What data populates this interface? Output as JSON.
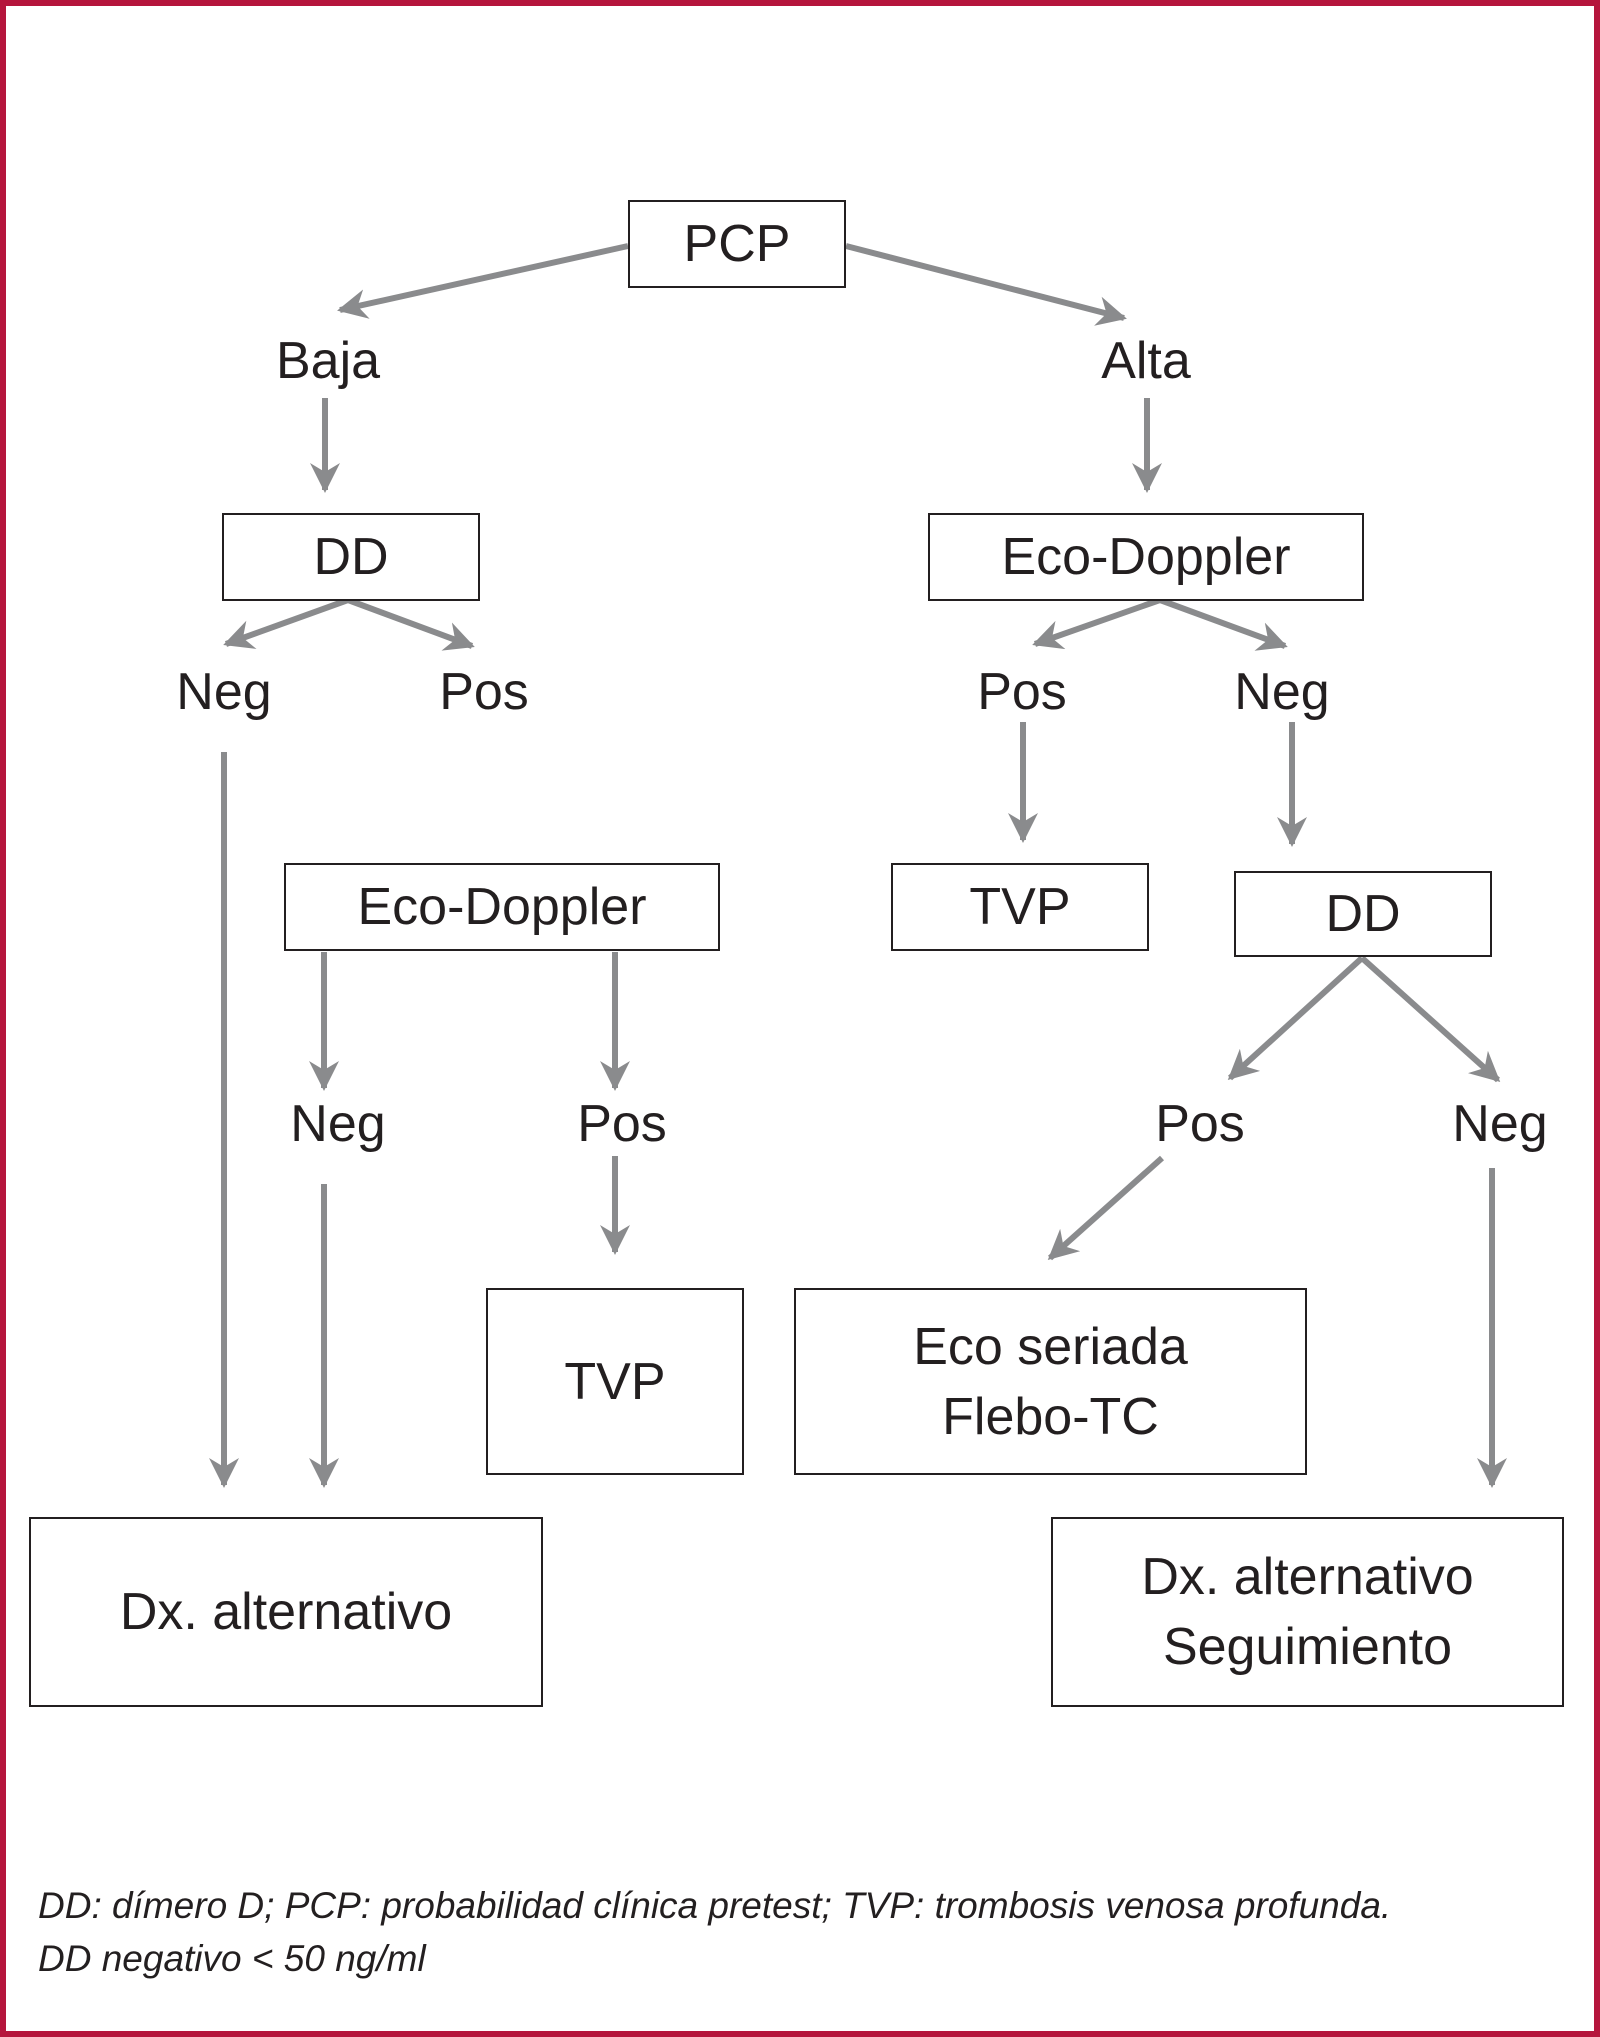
{
  "nodes": {
    "pcp": "PCP",
    "baja": "Baja",
    "alta": "Alta",
    "dd_left": "DD",
    "eco_right": "Eco-Doppler",
    "neg_l1": "Neg",
    "pos_l1": "Pos",
    "pos_r1": "Pos",
    "neg_r1": "Neg",
    "eco_mid": "Eco-Doppler",
    "tvp_r1": "TVP",
    "dd_right": "DD",
    "neg_mid": "Neg",
    "pos_mid": "Pos",
    "pos_r2": "Pos",
    "neg_r2": "Neg",
    "tvp_mid": "TVP",
    "eco_seriada": [
      "Eco seriada",
      "Flebo-TC"
    ],
    "dx_left": "Dx. alternativo",
    "dx_right": [
      "Dx. alternativo",
      "Seguimiento"
    ]
  },
  "footnote": {
    "line1": "DD: dímero D; PCP: probabilidad clínica pretest; TVP: trombosis venosa profunda.",
    "line2": "DD negativo < 50 ng/ml"
  },
  "colors": {
    "border": "#b5153c",
    "arrow": "#8a8b8d",
    "text": "#231f20"
  }
}
